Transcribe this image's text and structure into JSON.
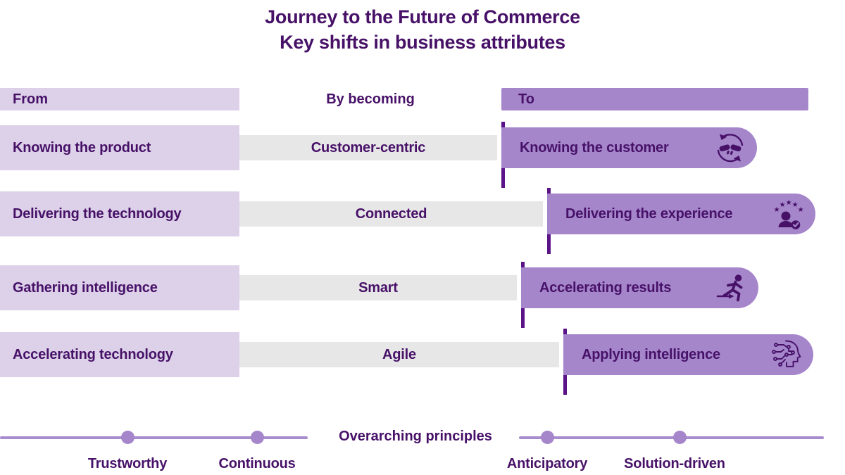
{
  "title": {
    "line1": "Journey to the Future of Commerce",
    "line2": "Key shifts in business attributes"
  },
  "columns": {
    "from": "From",
    "by": "By becoming",
    "to": "To"
  },
  "rows": [
    {
      "from": "Knowing the product",
      "by": "Customer-centric",
      "to": "Knowing the customer",
      "icon": "handshake-cycle-icon"
    },
    {
      "from": "Delivering the technology",
      "by": "Connected",
      "to": "Delivering the experience",
      "icon": "customer-rating-icon"
    },
    {
      "from": "Gathering intelligence",
      "by": "Smart",
      "to": "Accelerating results",
      "icon": "running-person-icon"
    },
    {
      "from": "Accelerating technology",
      "by": "Agile",
      "to": "Applying intelligence",
      "icon": "ai-head-icon"
    }
  ],
  "principles": {
    "label": "Overarching principles",
    "items": [
      "Trustworthy",
      "Continuous",
      "Anticipatory",
      "Solution-driven"
    ]
  },
  "colors": {
    "text_purple": "#471168",
    "light_lavender": "#DCD1E8",
    "gray_bar": "#E8E7E8",
    "medium_purple": "#A586CB",
    "accent_dark_purple": "#5B1488",
    "timeline_purple": "#A88CCE"
  }
}
